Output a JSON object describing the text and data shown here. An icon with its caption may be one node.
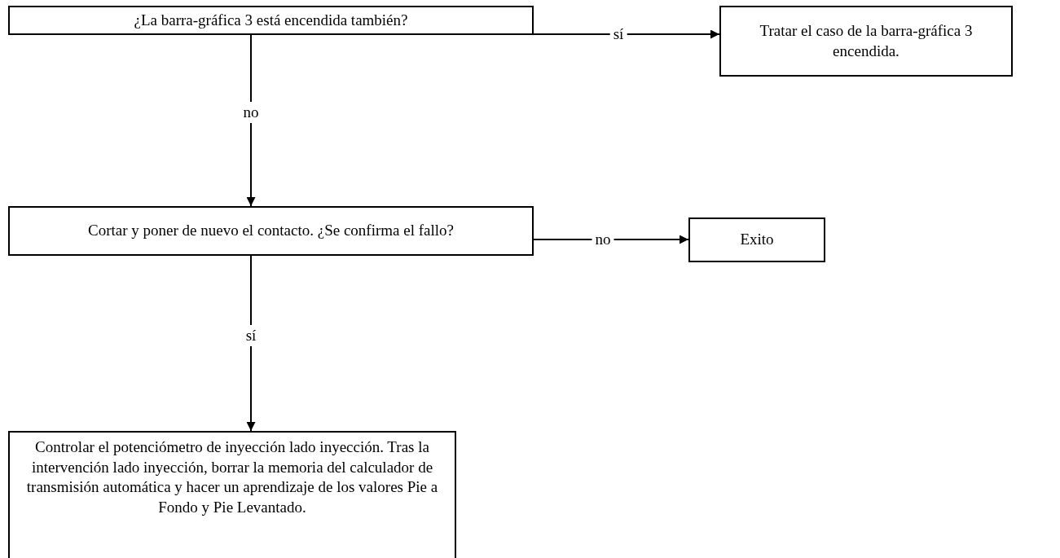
{
  "diagram": {
    "nodes": [
      {
        "text": [
          "¿La barra-gráfica 3 está encendida también?"
        ]
      },
      {
        "text": [
          "Tratar el caso de la barra-gráfica 3 encendida."
        ]
      },
      {
        "text": [
          "Cortar y poner de nuevo el contacto. ¿Se confirma el fallo?"
        ]
      },
      {
        "text": [
          "Exito"
        ]
      },
      {
        "text": [
          "Controlar el potenciómetro de inyección lado inyección. Tras la intervención lado inyección, borrar la memoria del calculador de transmisión automática y hacer un aprendizaje de los valores Pie a Fondo y Pie Levantado."
        ]
      }
    ],
    "edges": [
      {
        "from": 0,
        "to": 1,
        "arrow": "to",
        "label": "sí"
      },
      {
        "from": 0,
        "to": 2,
        "arrow": "to",
        "label": "no"
      },
      {
        "from": 2,
        "to": 3,
        "arrow": "to",
        "label": "no"
      },
      {
        "from": 2,
        "to": 4,
        "arrow": "to",
        "label": "sí"
      }
    ]
  }
}
